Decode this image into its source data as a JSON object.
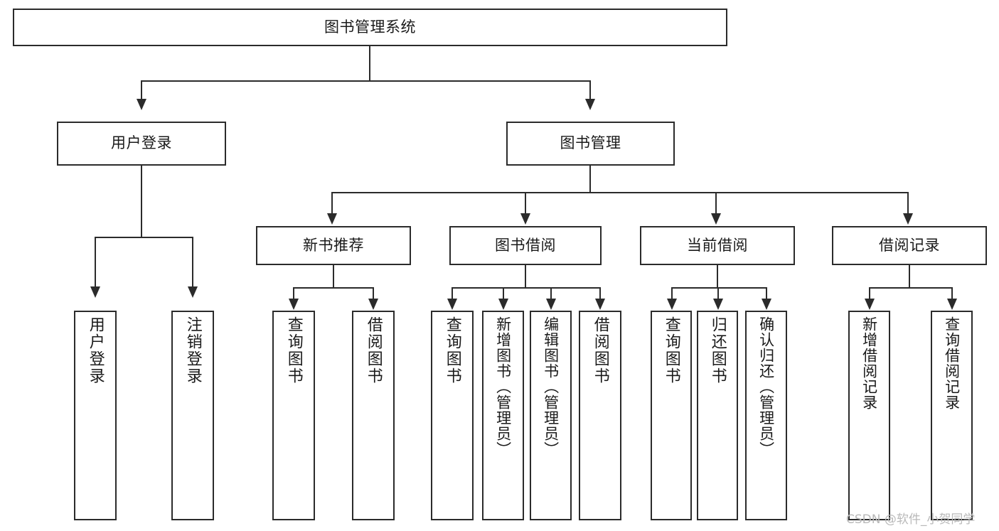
{
  "diagram": {
    "type": "tree-hierarchy-chart",
    "title": "图书管理系统",
    "watermark": "CSDN @软件_小贺同学",
    "colors": {
      "stroke": "#2b2b2b",
      "fill": "#ffffff",
      "text": "#1a1a1a",
      "watermark": "#b9b9b9"
    },
    "nodes": {
      "root": {
        "label": "图书管理系统"
      },
      "branch_user_login": {
        "label": "用户登录"
      },
      "branch_book_manage": {
        "label": "图书管理"
      },
      "group_new_book": {
        "label": "新书推荐"
      },
      "group_borrow": {
        "label": "图书借阅"
      },
      "group_current": {
        "label": "当前借阅"
      },
      "group_record": {
        "label": "借阅记录"
      },
      "leaf_user_login": {
        "label": "用户登录"
      },
      "leaf_user_logout": {
        "label": "注销登录"
      },
      "leaf_new_query": {
        "label": "查询图书"
      },
      "leaf_new_borrow": {
        "label": "借阅图书"
      },
      "leaf_borrow_query": {
        "label": "查询图书"
      },
      "leaf_borrow_add": {
        "label": "新增图书（管理员）"
      },
      "leaf_borrow_edit": {
        "label": "编辑图书（管理员）"
      },
      "leaf_borrow_lend": {
        "label": "借阅图书"
      },
      "leaf_current_query": {
        "label": "查询图书"
      },
      "leaf_current_return": {
        "label": "归还图书"
      },
      "leaf_current_confirm": {
        "label": "确认归还（管理员）"
      },
      "leaf_record_add": {
        "label": "新增借阅记录"
      },
      "leaf_record_query": {
        "label": "查询借阅记录"
      }
    }
  }
}
